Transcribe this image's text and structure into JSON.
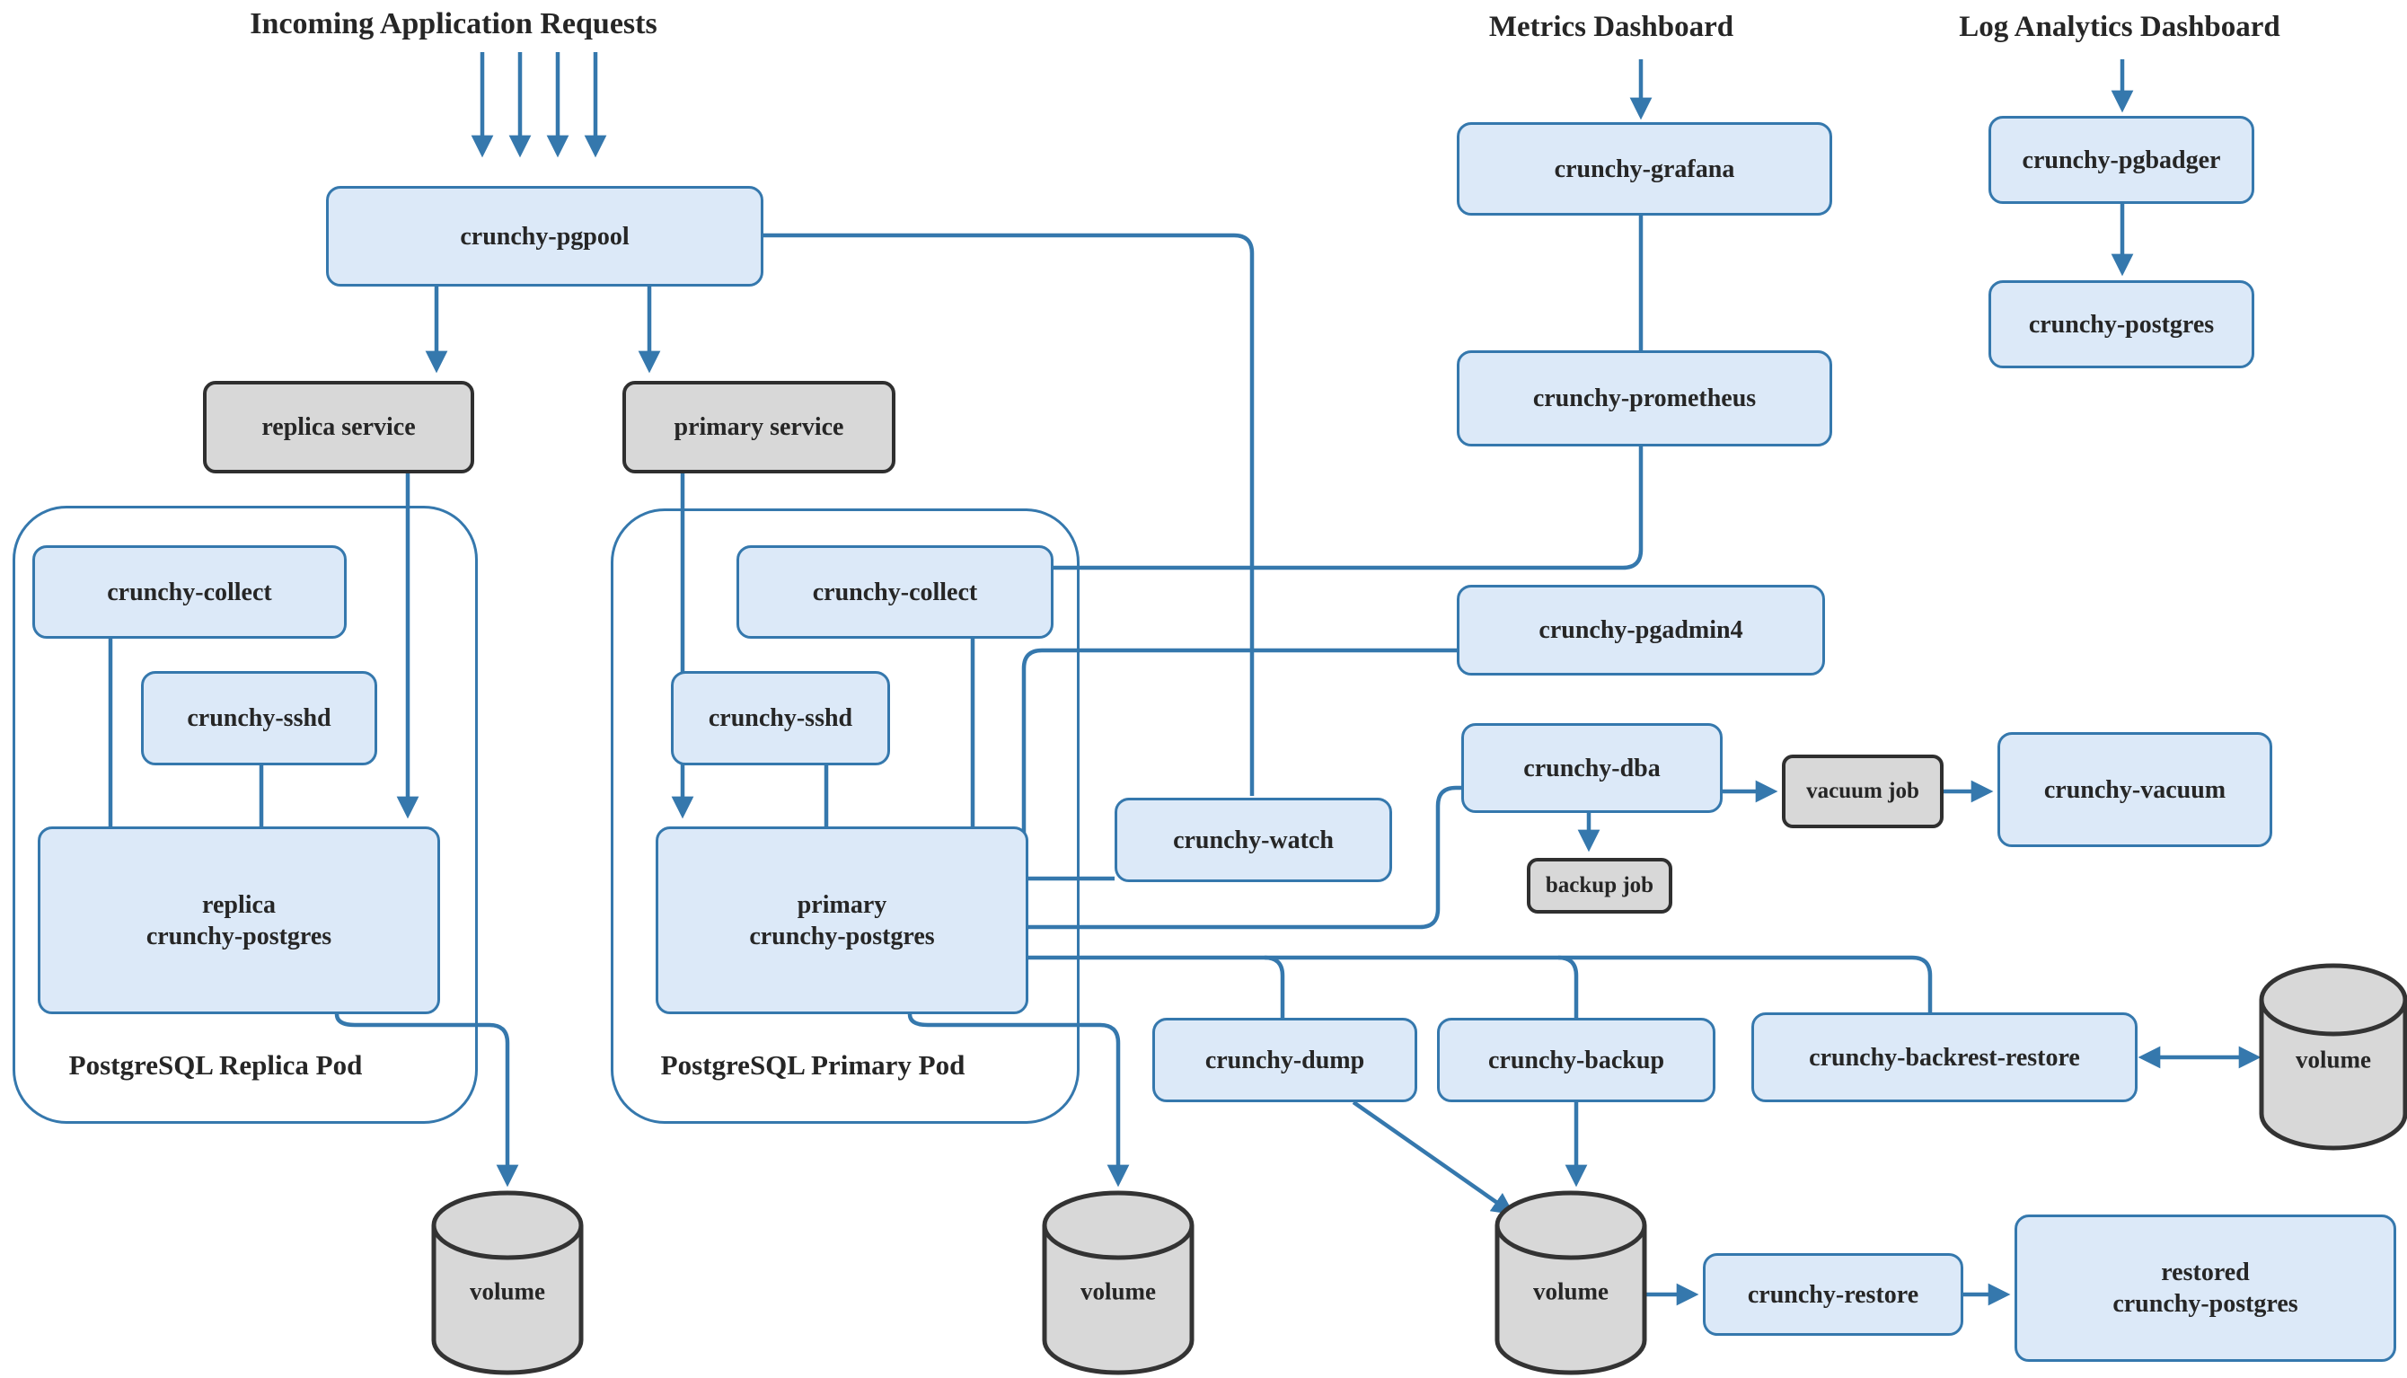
{
  "titles": {
    "incoming": "Incoming Application Requests",
    "metrics": "Metrics Dashboard",
    "logs": "Log Analytics Dashboard"
  },
  "pods": {
    "replica": {
      "label": "PostgreSQL Replica Pod"
    },
    "primary": {
      "label": "PostgreSQL Primary Pod"
    }
  },
  "nodes": {
    "pgpool": {
      "label": "crunchy-pgpool"
    },
    "replica_service": {
      "label": "replica service"
    },
    "primary_service": {
      "label": "primary service"
    },
    "replica_collect": {
      "label": "crunchy-collect"
    },
    "replica_sshd": {
      "label": "crunchy-sshd"
    },
    "replica_postgres": {
      "line1": "replica",
      "line2": "crunchy-postgres"
    },
    "primary_collect": {
      "label": "crunchy-collect"
    },
    "primary_sshd": {
      "label": "crunchy-sshd"
    },
    "primary_postgres": {
      "line1": "primary",
      "line2": "crunchy-postgres"
    },
    "watch": {
      "label": "crunchy-watch"
    },
    "grafana": {
      "label": "crunchy-grafana"
    },
    "prometheus": {
      "label": "crunchy-prometheus"
    },
    "pgadmin4": {
      "label": "crunchy-pgadmin4"
    },
    "dba": {
      "label": "crunchy-dba"
    },
    "vacuum_job": {
      "label": "vacuum job"
    },
    "vacuum": {
      "label": "crunchy-vacuum"
    },
    "backup_job": {
      "label": "backup job"
    },
    "pgbadger": {
      "label": "crunchy-pgbadger"
    },
    "la_postgres": {
      "label": "crunchy-postgres"
    },
    "dump": {
      "label": "crunchy-dump"
    },
    "backup": {
      "label": "crunchy-backup"
    },
    "backrest": {
      "label": "crunchy-backrest-restore"
    },
    "restore": {
      "label": "crunchy-restore"
    },
    "restored": {
      "line1": "restored",
      "line2": "crunchy-postgres"
    }
  },
  "volumes": {
    "replica": {
      "label": "volume"
    },
    "primary": {
      "label": "volume"
    },
    "backup": {
      "label": "volume"
    },
    "backrest": {
      "label": "volume"
    }
  },
  "colors": {
    "line": "#3578ad",
    "node_fill": "#dce9f8",
    "node_border": "#3578ad",
    "gray_fill": "#d8d8d8",
    "gray_border": "#2f2f2f",
    "text": "#262626"
  }
}
